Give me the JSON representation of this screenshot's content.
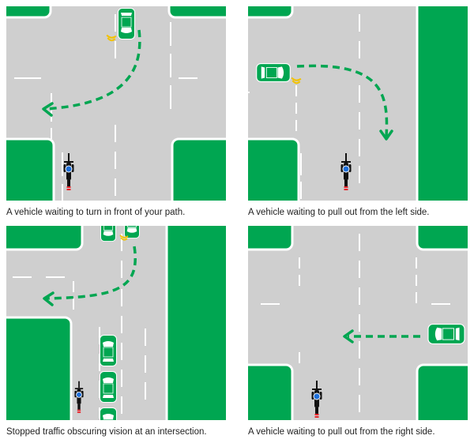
{
  "colors": {
    "road": "#cfcfcf",
    "grass": "#00a651",
    "curb": "#ffffff",
    "marking": "#ffffff",
    "path": "#00a651",
    "car": "#00a651",
    "indicator": "#f2c200",
    "rider_helmet": "#1e6fd9",
    "tail_light": "#e8242a"
  },
  "icons": {
    "vehicle": "car-top-view-icon",
    "motorcycle": "motorcycle-rider-icon",
    "path": "dashed-arrow-icon",
    "signal": "turn-indicator-icon"
  },
  "panels": [
    {
      "caption": "A vehicle waiting to turn in front of your path."
    },
    {
      "caption": "A vehicle waiting to pull out from the left side."
    },
    {
      "caption": "Stopped traffic obscuring vision at an intersection."
    },
    {
      "caption": "A vehicle waiting to pull out from the right side."
    }
  ]
}
